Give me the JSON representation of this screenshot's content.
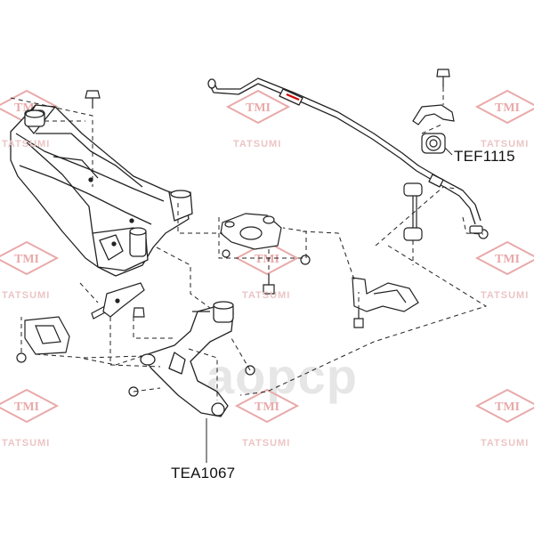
{
  "brand": {
    "logo_text": "TMI",
    "name_text": "TATSUMI",
    "logo_color": "#e9a9a9",
    "watermark_text": "aopcp"
  },
  "parts": [
    {
      "label": "TEF1115",
      "icon": "stabilizer-bushing-icon"
    },
    {
      "label": "TEA1067",
      "icon": "lower-control-arm-icon"
    }
  ],
  "colors": {
    "line": "#222222",
    "highlight": "#d10000",
    "background": "#ffffff"
  }
}
